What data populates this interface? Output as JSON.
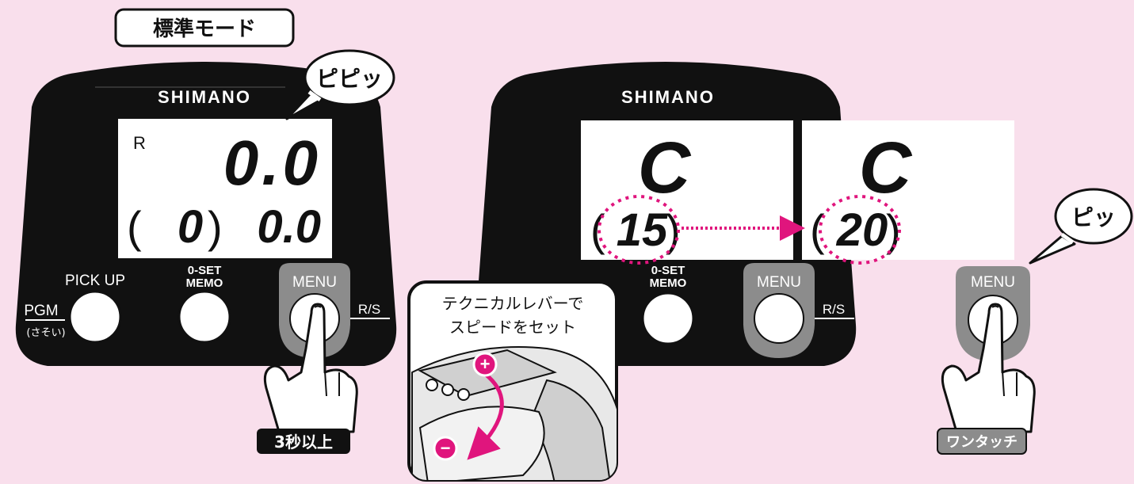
{
  "mode_title": "標準モード",
  "beep_long": "ピピッ",
  "beep_short": "ピッ",
  "brand": "SHIMANO",
  "left_display": {
    "indicator": "R",
    "main_value": "0.0",
    "paren_value": "0",
    "sub_value": "0.0"
  },
  "right_display": {
    "before": {
      "letter": "C",
      "value": "15"
    },
    "after": {
      "letter": "C",
      "value": "20"
    }
  },
  "buttons": {
    "pick_up": "PICK UP",
    "pgm": "PGM",
    "pgm_sub": "(さそい)",
    "oset_line1": "0-SET",
    "oset_line2": "MEMO",
    "menu": "MENU",
    "rs": "R/S"
  },
  "hold_label": "3秒以上",
  "one_touch_label": "ワンタッチ",
  "lever_caption_line1": "テクニカルレバーで",
  "lever_caption_line2": "スピードをセット",
  "plus_symbol": "+",
  "minus_symbol": "−",
  "colors": {
    "background": "#f9dfec",
    "accent": "#e0157d",
    "panel": "#101010",
    "screen": "#ffffff",
    "menu_key": "#8c8c8c"
  }
}
